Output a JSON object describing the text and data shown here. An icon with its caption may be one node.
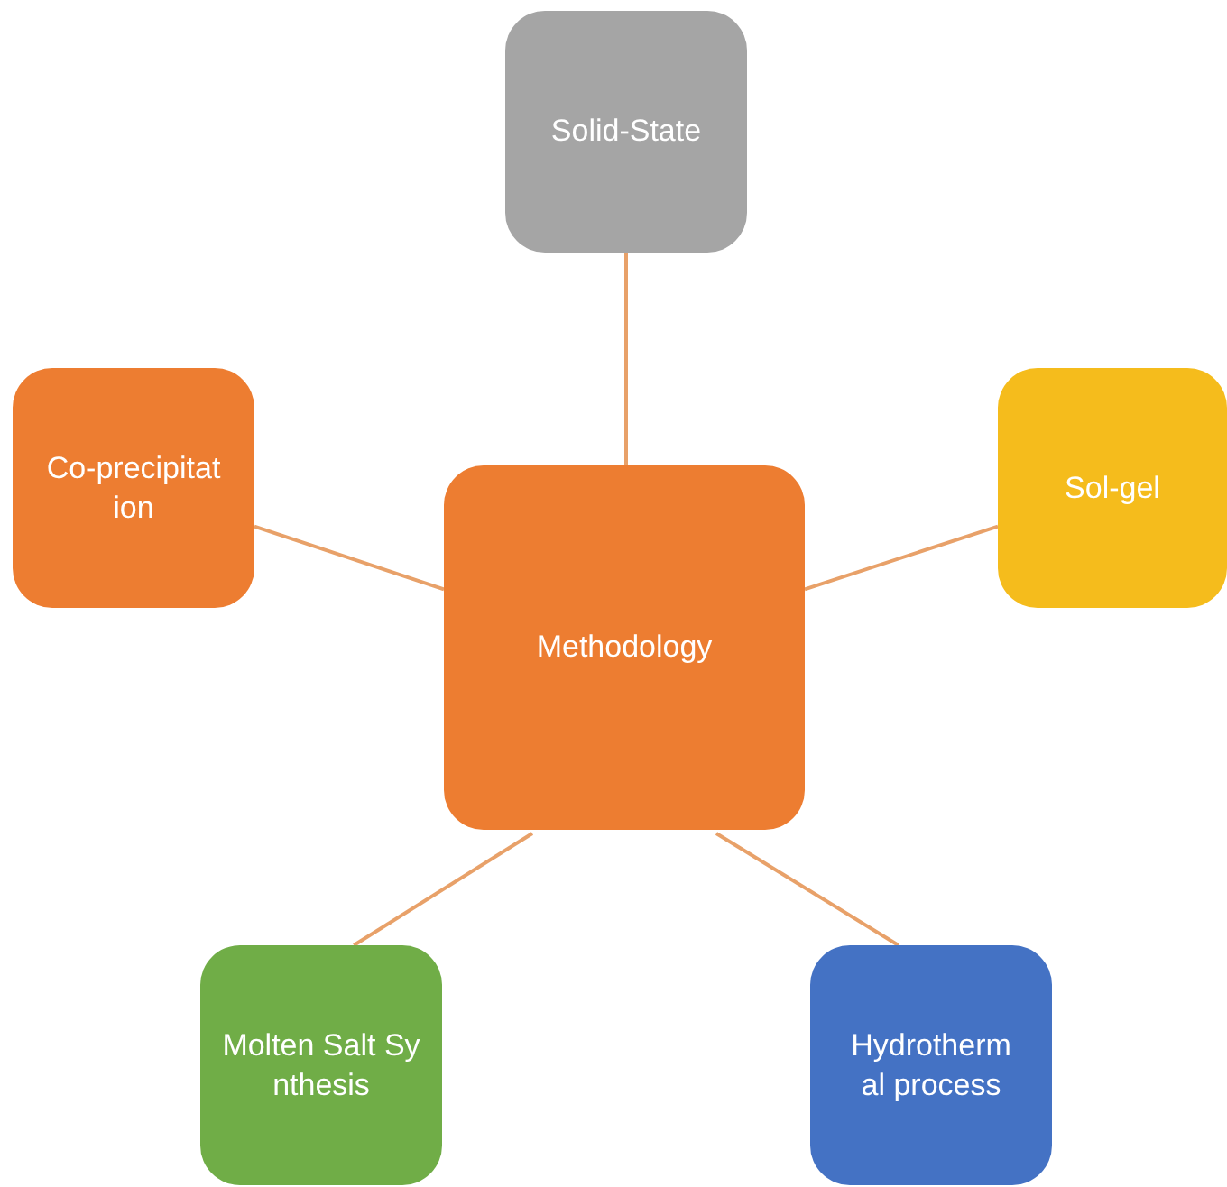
{
  "diagram": {
    "nodes": [
      {
        "text": [
          "Methodology"
        ]
      },
      {
        "text": [
          "Solid-State"
        ]
      },
      {
        "text": [
          "Co-precipitation"
        ]
      },
      {
        "text": [
          "Sol-gel"
        ]
      },
      {
        "text": [
          "Molten Salt Synthesis"
        ]
      },
      {
        "text": [
          "Hydrothermal process"
        ]
      }
    ],
    "edges": [
      {
        "from": 0,
        "to": 1,
        "arrow": "none"
      },
      {
        "from": 0,
        "to": 2,
        "arrow": "none"
      },
      {
        "from": 0,
        "to": 3,
        "arrow": "none"
      },
      {
        "from": 0,
        "to": 4,
        "arrow": "none"
      },
      {
        "from": 0,
        "to": 5,
        "arrow": "none"
      }
    ]
  }
}
